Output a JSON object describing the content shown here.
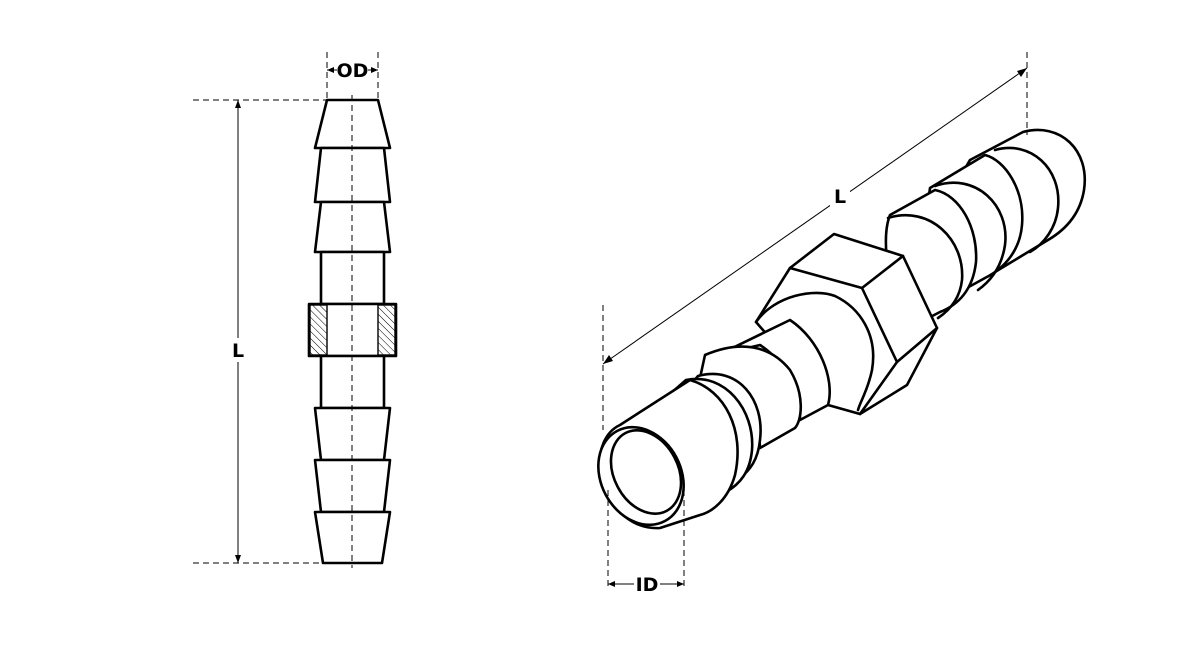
{
  "dimensions": {
    "od": "OD",
    "id": "ID",
    "length": "L"
  }
}
